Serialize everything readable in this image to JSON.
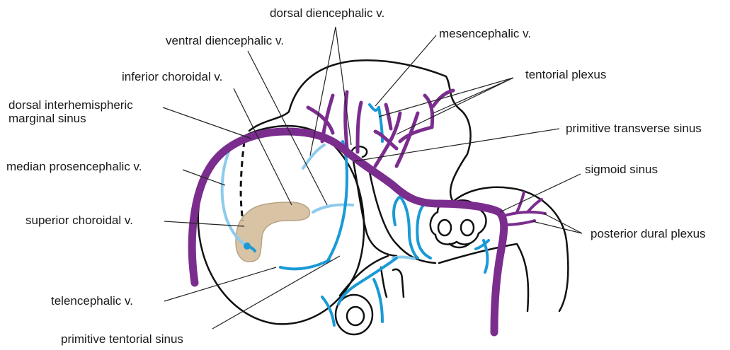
{
  "diagram": {
    "labels": {
      "dorsal_diencephalic_v": "dorsal diencephalic v.",
      "mesencephalic_v": "mesencephalic v.",
      "ventral_diencephalic_v": "ventral diencephalic v.",
      "tentorial_plexus": "tentorial plexus",
      "inferior_choroidal_v": "inferior choroidal v.",
      "dorsal_interhemispheric_marginal_sinus": "dorsal interhemispheric\nmarginal sinus",
      "primitive_transverse_sinus": "primitive transverse sinus",
      "median_prosencephalic_v": "median prosencephalic v.",
      "sigmoid_sinus": "sigmoid sinus",
      "superior_choroidal_v": "superior choroidal v.",
      "posterior_dural_plexus": "posterior dural plexus",
      "telencephalic_v": "telencephalic v.",
      "primitive_tentorial_sinus": "primitive tentorial sinus"
    },
    "colors": {
      "outline": "#111111",
      "sinus_purple": "#7b2d8e",
      "vein_blue": "#1a9ad6",
      "vein_light_blue": "#8ccbec",
      "choroid_fill": "#d9c3a5",
      "choroid_stroke": "#b9a286",
      "leader": "#222222"
    }
  }
}
